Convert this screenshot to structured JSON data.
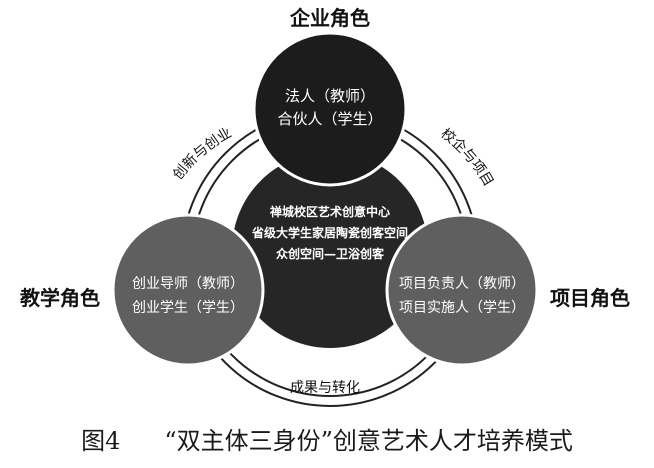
{
  "roles": {
    "enterprise": "企业角色",
    "teaching": "教学角色",
    "project": "项目角色"
  },
  "circles": {
    "top": {
      "line1": "法人（教师）",
      "line2": "合伙人（学生）"
    },
    "left": {
      "line1": "创业导师（教师）",
      "line2": "创业学生（学生）"
    },
    "right": {
      "line1": "项目负责人（教师）",
      "line2": "项目实施人（学生）"
    },
    "center": {
      "line1": "禅城校区艺术创意中心",
      "line2": "省级大学生家居陶瓷创客空间",
      "line3": "众创空间—卫浴创客"
    }
  },
  "arcs": {
    "left": "创新与创业",
    "right": "校企与项目",
    "bottom": "成果与转化"
  },
  "caption": {
    "figure": "图4",
    "title": "“双主体三身份”创意艺术人才培养模式"
  },
  "colors": {
    "top_circle": "#1c1c1c",
    "center_circle": "#262626",
    "side_circles": "#5f5f5f",
    "ring": "#222222"
  }
}
